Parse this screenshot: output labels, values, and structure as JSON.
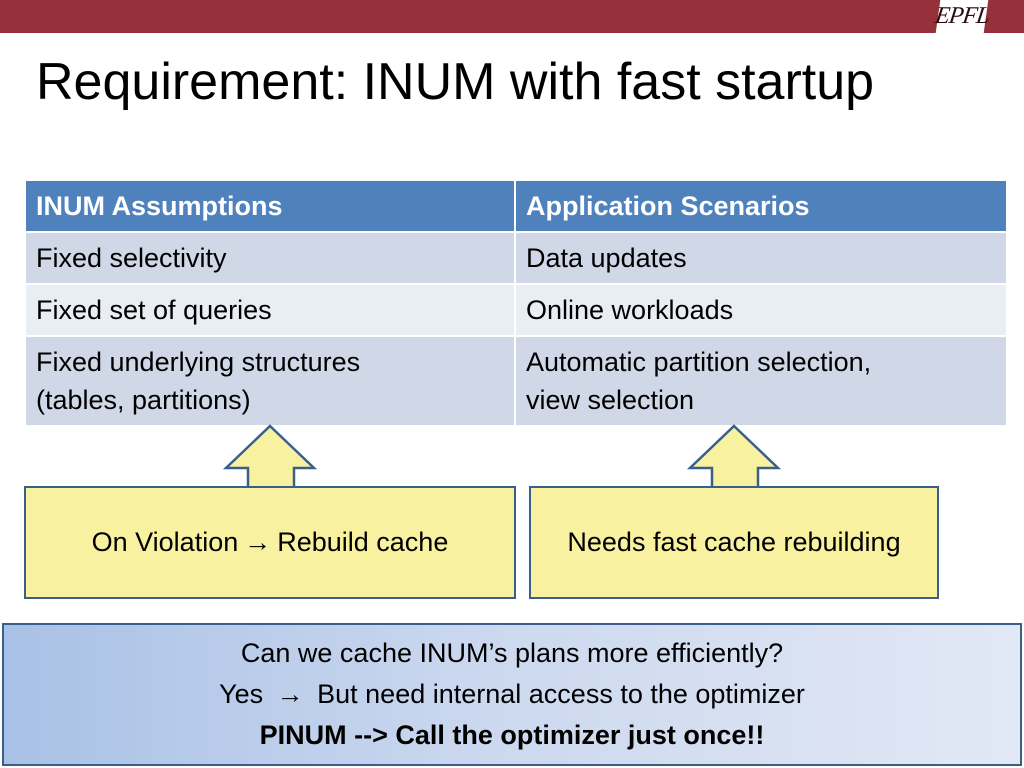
{
  "logo": {
    "text": "EPFL"
  },
  "title": "Requirement: INUM with fast startup",
  "table": {
    "headers": [
      "INUM Assumptions",
      "Application Scenarios"
    ],
    "rows": [
      [
        "Fixed selectivity",
        "Data updates"
      ],
      [
        "Fixed set of queries",
        "Online workloads"
      ],
      [
        [
          "Fixed underlying structures",
          "(tables, partitions)"
        ],
        [
          "Automatic partition selection,",
          "view selection"
        ]
      ]
    ]
  },
  "callouts": {
    "left": {
      "before": "On Violation ",
      "arrow": "→",
      "after": " Rebuild cache"
    },
    "right": {
      "text": "Needs fast cache rebuilding"
    }
  },
  "bottom": {
    "line1": "Can we cache INUM’s plans more efficiently?",
    "line2_before": "Yes ",
    "line2_arrow": "→",
    "line2_after": " But need internal access to the optimizer",
    "line3": "PINUM --> Call the optimizer just once!!"
  },
  "colors": {
    "topbar": "#96303a",
    "header": "#4f81bd",
    "row_odd": "#d0d8e8",
    "row_even": "#e9edf4",
    "callout_fill": "#f7f1a0",
    "outline": "#3a5f8c"
  }
}
